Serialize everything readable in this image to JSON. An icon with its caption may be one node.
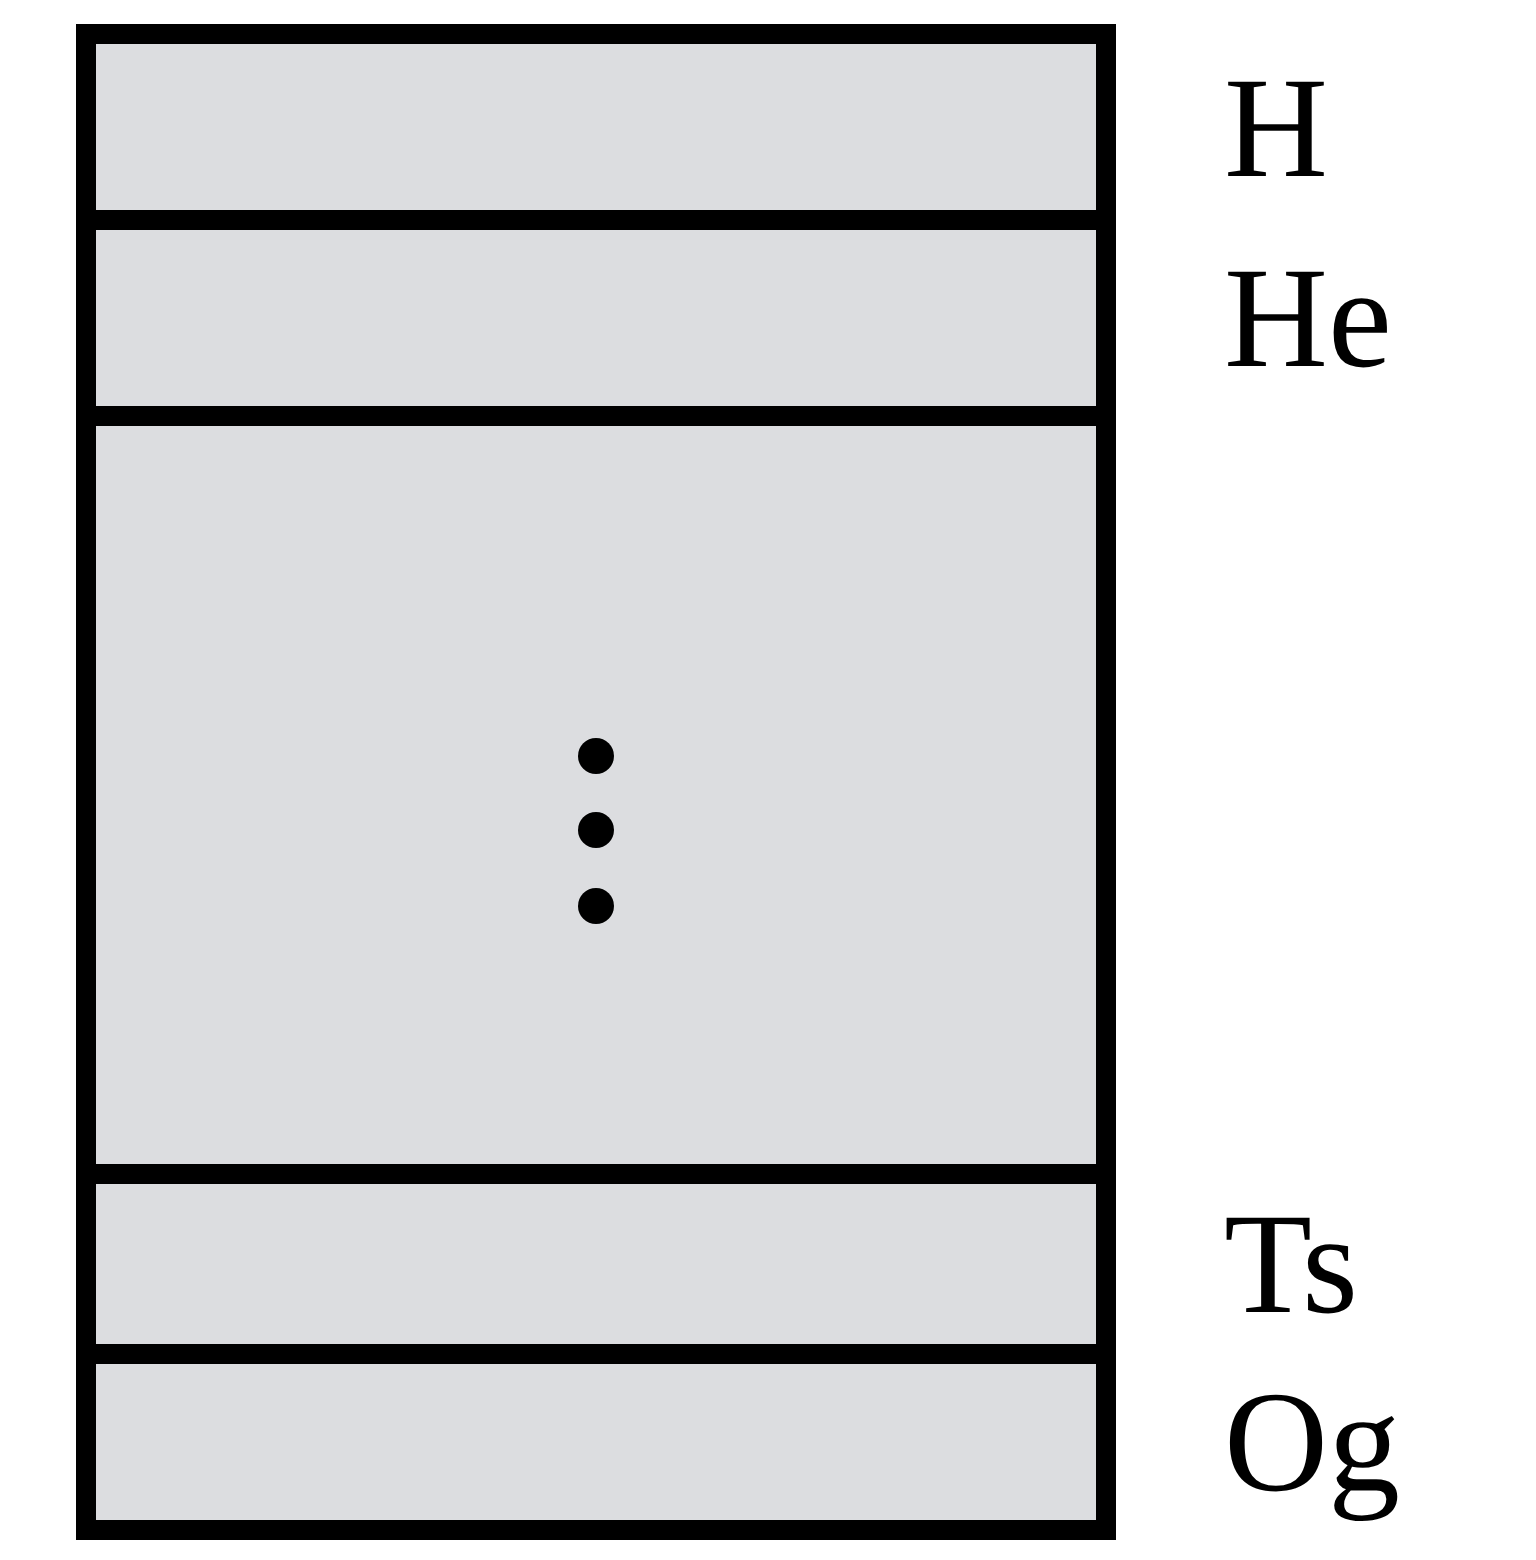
{
  "diagram": {
    "nodes": [
      {
        "text": [],
        "shape": "box"
      },
      {
        "text": [],
        "shape": "bar",
        "in": 0,
        "beside": [
          "H"
        ]
      },
      {
        "text": [],
        "shape": "bar",
        "in": 0,
        "beside": [
          "He"
        ]
      },
      {
        "text": [],
        "shape": "bar",
        "in": 0
      },
      {
        "text": [],
        "shape": "bar",
        "in": 0,
        "beside": [
          "Ts"
        ]
      },
      {
        "text": [],
        "shape": "bar",
        "in": 0,
        "beside": [
          "Og"
        ]
      }
    ]
  }
}
